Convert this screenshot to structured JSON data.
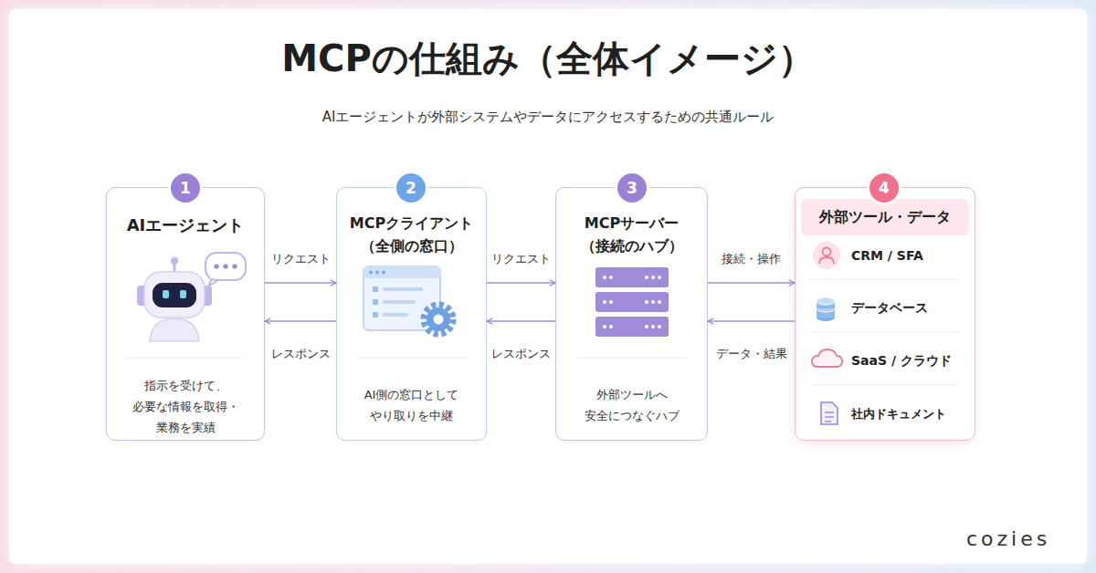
{
  "diagram": {
    "title": "MCPの仕組み（全体イメージ）",
    "caption": "AIエージェントが外部システムやデータにアクセスするための共通ルール",
    "nodes": [
      {
        "text": [
          "AIエージェント",
          "指示を受けて、 必要な情報を取得・ 業務を実績"
        ]
      },
      {
        "text": [
          "MCPクライアント （全側の窓口）",
          "AI側の窓口として やり取りを中継"
        ]
      },
      {
        "text": [
          "MCPサーバー （接続のハブ）",
          "外部ツールへ 安全につなぐハブ"
        ]
      },
      {
        "text": [
          "外部ツール・データ"
        ]
      }
    ],
    "edges": [
      {
        "from": 0,
        "to": 1,
        "arrow": "to",
        "label": "リクエスト"
      },
      {
        "from": 1,
        "to": 0,
        "arrow": "to",
        "label": "レスポンス"
      },
      {
        "from": 1,
        "to": 2,
        "arrow": "to",
        "label": "リクエスト"
      },
      {
        "from": 2,
        "to": 1,
        "arrow": "to",
        "label": "レスポンス"
      },
      {
        "from": 2,
        "to": 3,
        "arrow": "to",
        "label": "接続・操作"
      },
      {
        "from": 3,
        "to": 2,
        "arrow": "to",
        "label": "データ・結果"
      }
    ],
    "labels": [
      "1",
      "2",
      "3",
      "4",
      "CRM / SFA",
      "データベース",
      "SaaS / クラウド",
      "社内ドキュメント",
      "cozies"
    ]
  }
}
